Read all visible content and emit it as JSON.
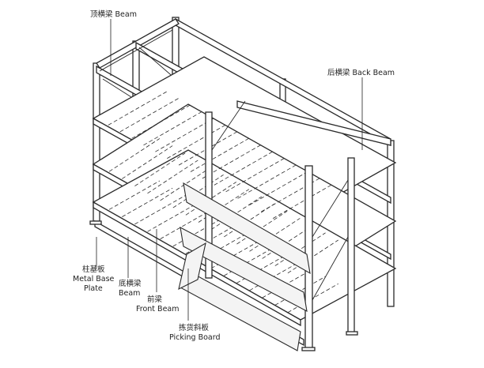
{
  "labels": {
    "top_beam": "顶横梁 Beam",
    "back_beam": "后横梁  Back Beam",
    "base_plate_cn": "柱基板",
    "base_plate_en1": "Metal Base",
    "base_plate_en2": "Plate",
    "bottom_beam_cn": "底横梁",
    "bottom_beam_en": "Beam",
    "front_beam_cn": "前梁",
    "front_beam_en": "Front Beam",
    "picking_board_cn": "拣货斜板",
    "picking_board_en": "Picking Board"
  },
  "colors": {
    "line": "#2a2a2a",
    "background": "#ffffff",
    "panel": "#f4f4f4"
  }
}
